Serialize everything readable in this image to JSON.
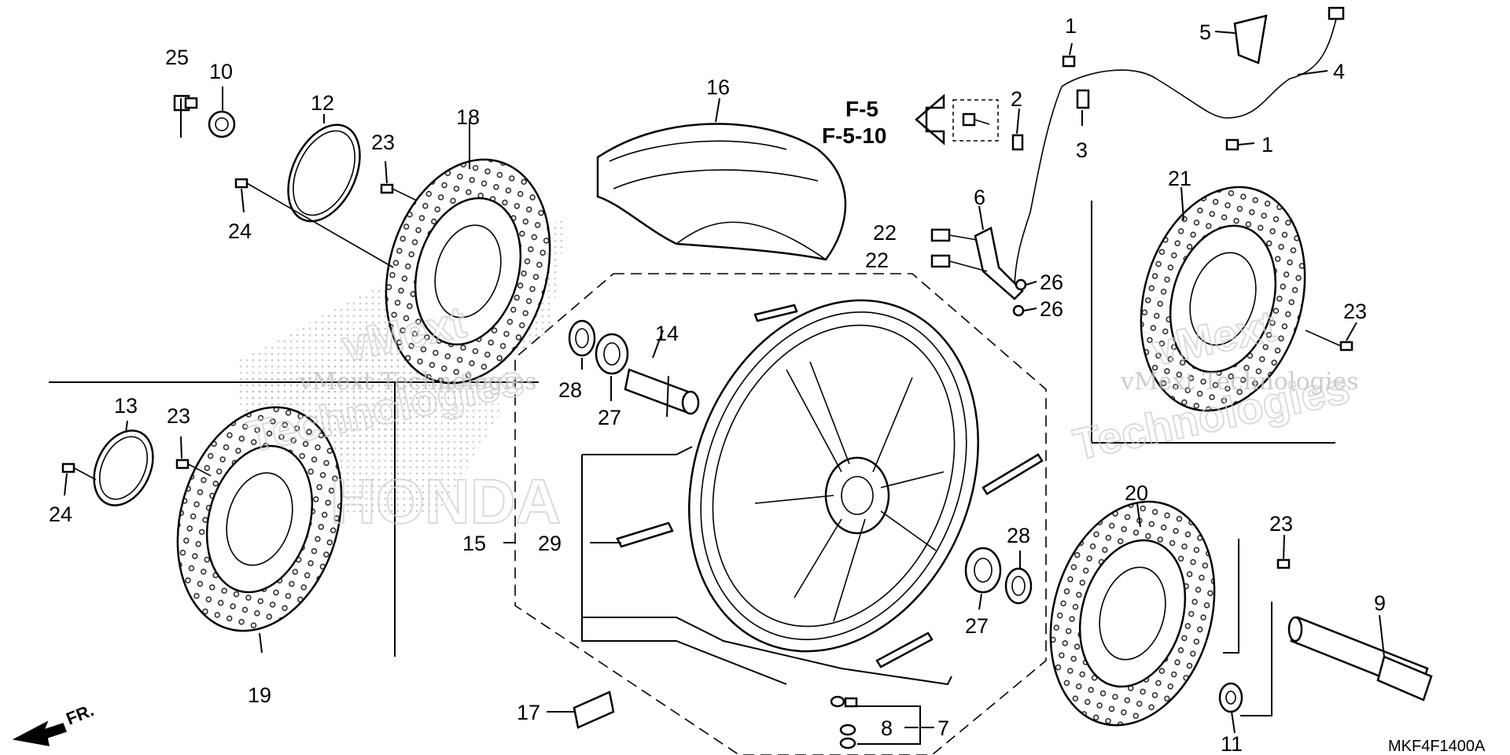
{
  "diagram": {
    "callouts": {
      "c1a": "1",
      "c1b": "1",
      "c2": "2",
      "c3": "3",
      "c4": "4",
      "c5": "5",
      "c6": "6",
      "c7": "7",
      "c8": "8",
      "c9": "9",
      "c10": "10",
      "c11": "11",
      "c12": "12",
      "c13": "13",
      "c14": "14",
      "c15": "15",
      "c16": "16",
      "c17": "17",
      "c18": "18",
      "c19": "19",
      "c20": "20",
      "c21": "21",
      "c22a": "22",
      "c22b": "22",
      "c23a": "23",
      "c23b": "23",
      "c23c": "23",
      "c23d": "23",
      "c24a": "24",
      "c24b": "24",
      "c25": "25",
      "c26a": "26",
      "c26b": "26",
      "c27a": "27",
      "c27b": "27",
      "c28a": "28",
      "c28b": "28",
      "c29": "29"
    },
    "reference": {
      "line1": "F-5",
      "line2": "F-5-10"
    },
    "front_indicator": "FR.",
    "diagram_code": "MKF4F1400A",
    "watermarks": {
      "vmext_a": "vMext Technologies",
      "vmext_b": "vMext Technologies",
      "tech_a": "Technologies",
      "tech_b": "Technologies",
      "vmext_c": "vMext",
      "vmext_d": "vMext",
      "brand": "HONDA"
    }
  }
}
